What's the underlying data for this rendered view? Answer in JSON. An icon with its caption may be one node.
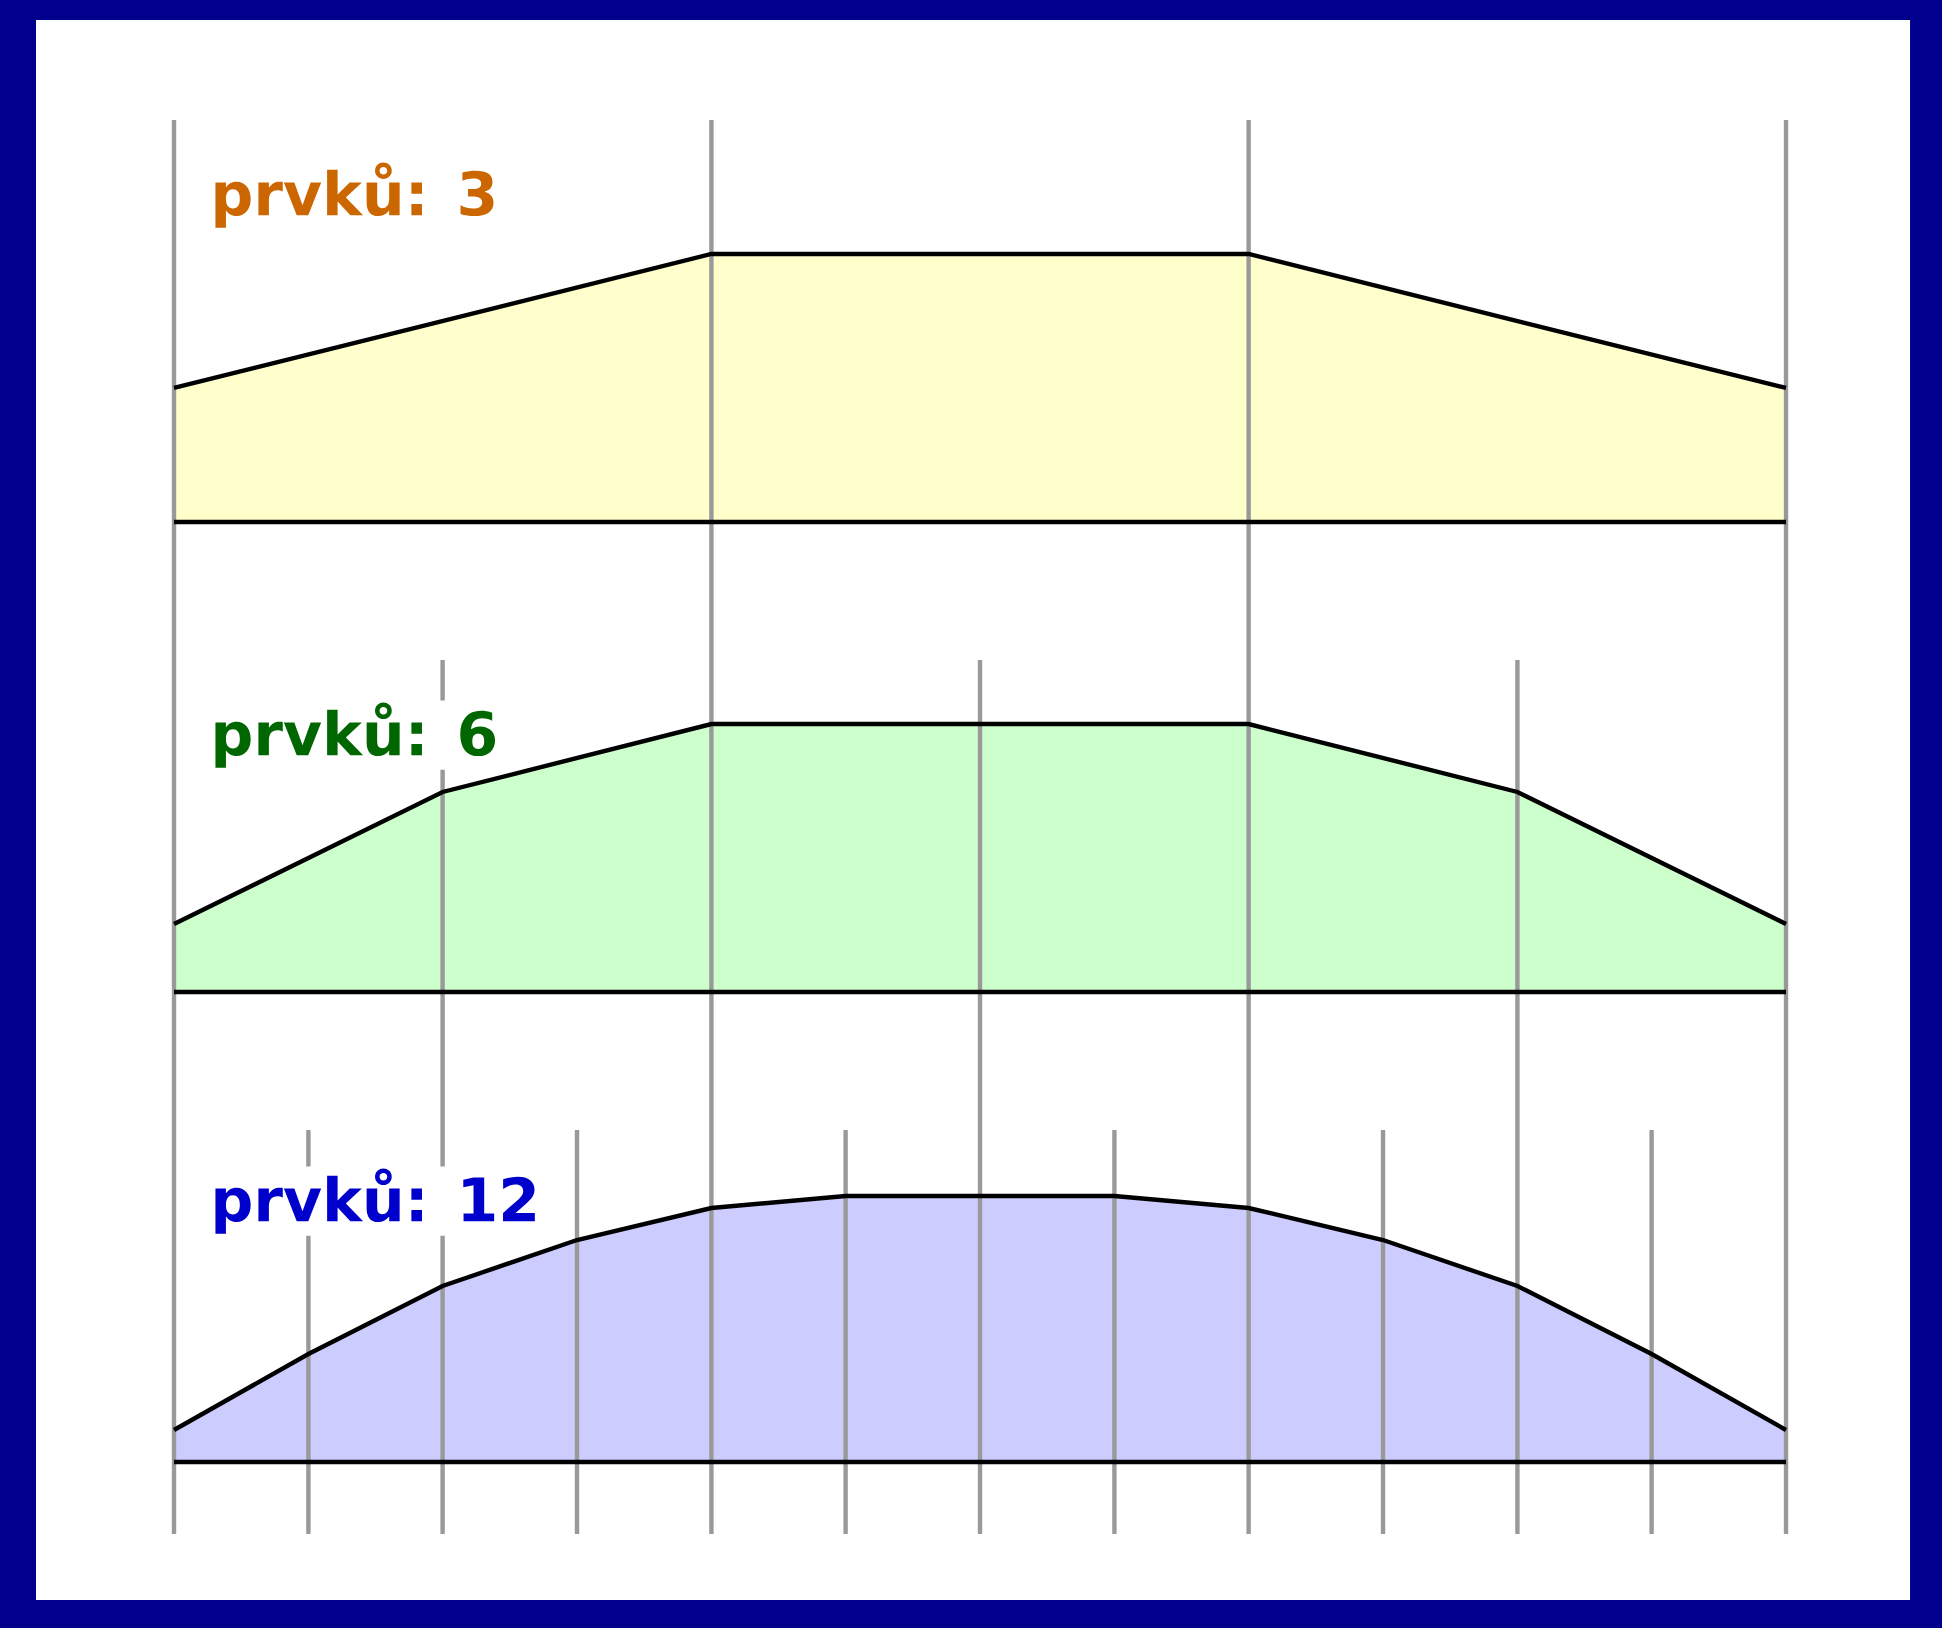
{
  "diagram": {
    "labels": [
      "prvků: 3",
      "prvků: 6",
      "prvků: 12"
    ]
  }
}
